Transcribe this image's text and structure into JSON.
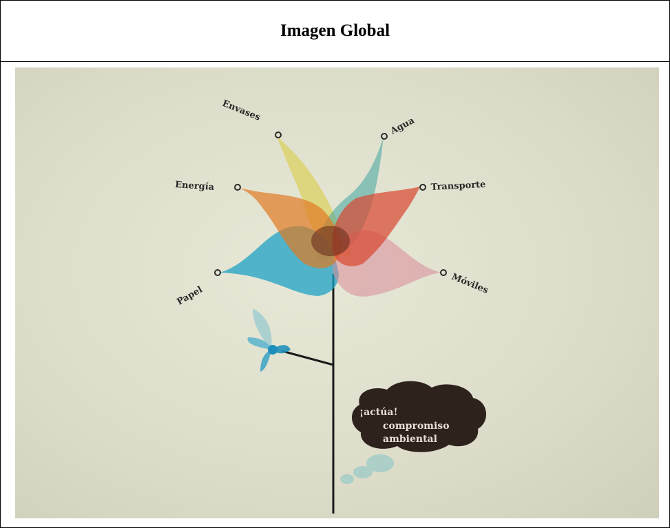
{
  "title": "Imagen Global",
  "petals": [
    {
      "label": "Envases",
      "color": "#d9cc3a"
    },
    {
      "label": "Agua",
      "color": "#3fa6a0"
    },
    {
      "label": "Energía",
      "color": "#e07b22"
    },
    {
      "label": "Transporte",
      "color": "#d8462f"
    },
    {
      "label": "Papel",
      "color": "#1ea2c4"
    },
    {
      "label": "Móviles",
      "color": "#d98a97"
    }
  ],
  "badge": {
    "line1": "¡actúa!",
    "line2": "compromiso",
    "line3": "ambiental"
  },
  "colors": {
    "background": "#dcdcc9",
    "stem": "#1a1a1a",
    "badge": "#2e221d"
  }
}
